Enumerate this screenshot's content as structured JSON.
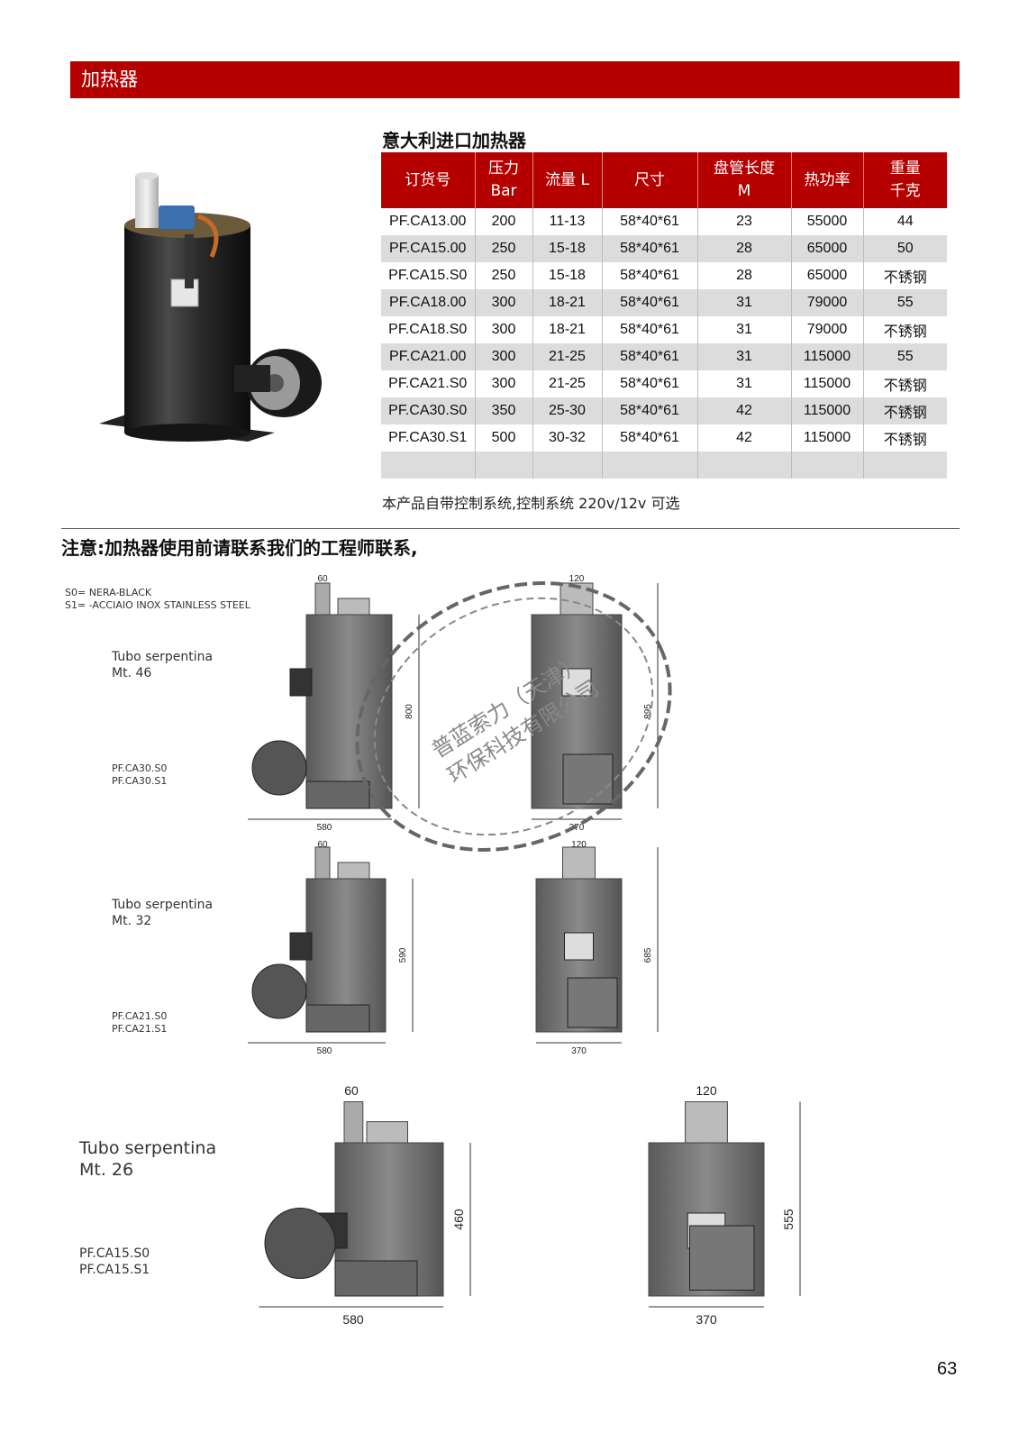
{
  "header": {
    "title": "加热器"
  },
  "table": {
    "title": "意大利进口加热器",
    "columns": [
      {
        "line1": "订货号",
        "line2": ""
      },
      {
        "line1": "压力",
        "line2": "Bar"
      },
      {
        "line1": "流量 L",
        "line2": ""
      },
      {
        "line1": "尺寸",
        "line2": ""
      },
      {
        "line1": "盘管长度",
        "line2": "M"
      },
      {
        "line1": "热功率",
        "line2": ""
      },
      {
        "line1": "重量",
        "line2": "千克"
      }
    ],
    "rows": [
      [
        "PF.CA13.00",
        "200",
        "11-13",
        "58*40*61",
        "23",
        "55000",
        "44"
      ],
      [
        "PF.CA15.00",
        "250",
        "15-18",
        "58*40*61",
        "28",
        "65000",
        "50"
      ],
      [
        "PF.CA15.S0",
        "250",
        "15-18",
        "58*40*61",
        "28",
        "65000",
        "不锈钢"
      ],
      [
        "PF.CA18.00",
        "300",
        "18-21",
        "58*40*61",
        "31",
        "79000",
        "55"
      ],
      [
        "PF.CA18.S0",
        "300",
        "18-21",
        "58*40*61",
        "31",
        "79000",
        "不锈钢"
      ],
      [
        "PF.CA21.00",
        "300",
        "21-25",
        "58*40*61",
        "31",
        "115000",
        "55"
      ],
      [
        "PF.CA21.S0",
        "300",
        "21-25",
        "58*40*61",
        "31",
        "115000",
        "不锈钢"
      ],
      [
        "PF.CA30.S0",
        "350",
        "25-30",
        "58*40*61",
        "42",
        "115000",
        "不锈钢"
      ],
      [
        "PF.CA30.S1",
        "500",
        "30-32",
        "58*40*61",
        "42",
        "115000",
        "不锈钢"
      ],
      [
        "",
        "",
        "",
        "",
        "",
        "",
        ""
      ]
    ],
    "note": "本产品自带控制系统,控制系统 220v/12v 可选"
  },
  "warning": "注意:加热器使用前请联系我们的工程师联系,",
  "legend": {
    "line1": "S0= NERA-BLACK",
    "line2": "S1= -ACCIAIO INOX STAINLESS STEEL"
  },
  "drawings": [
    {
      "title": "Tubo serpentina",
      "length": "Mt. 46",
      "code1": "PF.CA30.S0",
      "code2": "PF.CA30.S1",
      "side_top": "60",
      "side_height": "800",
      "side_width": "580",
      "front_top": "120",
      "front_height": "895",
      "front_width": "370"
    },
    {
      "title": "Tubo serpentina",
      "length": "Mt. 32",
      "code1": "PF.CA21.S0",
      "code2": "PF.CA21.S1",
      "side_top": "60",
      "side_height": "590",
      "side_width": "580",
      "front_top": "120",
      "front_height": "685",
      "front_width": "370"
    },
    {
      "title": "Tubo serpentina",
      "length": "Mt. 26",
      "code1": "PF.CA15.S0",
      "code2": "PF.CA15.S1",
      "side_top": "60",
      "side_height": "460",
      "side_width": "580",
      "front_top": "120",
      "front_height": "555",
      "front_width": "370"
    }
  ],
  "stamp": {
    "line1": "普蓝索力（天津）",
    "line2": "环保科技有限公司"
  },
  "page_number": "63",
  "colors": {
    "brand_red": "#b50000",
    "row_alt": "#dcdcdc",
    "body_gray": "#6e6e6e"
  }
}
